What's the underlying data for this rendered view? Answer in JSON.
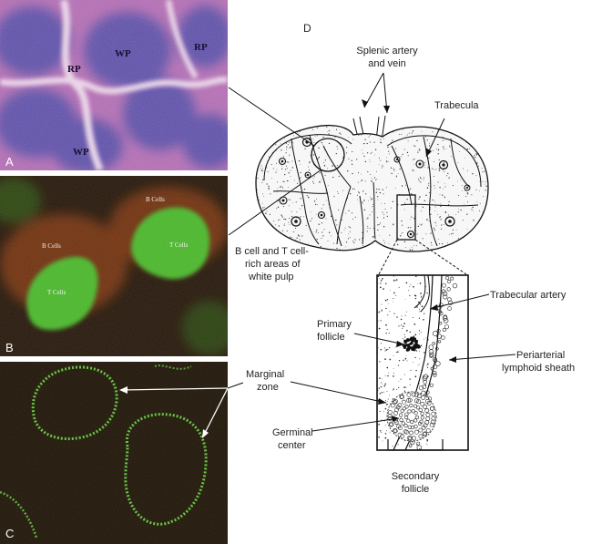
{
  "panels": {
    "a": {
      "letter": "A",
      "labels": {
        "rp1": "RP",
        "wp1": "WP",
        "rp2": "RP",
        "wp2": "WP"
      }
    },
    "b": {
      "letter": "B",
      "labels": {
        "b1": "B Cells",
        "t1": "T Cells",
        "b2": "B Cells",
        "t2": "T Cells"
      }
    },
    "c": {
      "letter": "C"
    },
    "d": {
      "letter": "D",
      "labels": {
        "splenic_l1": "Splenic artery",
        "splenic_l2": "and vein",
        "trabecula": "Trabecula",
        "bt_l1": "B cell and T cell-",
        "bt_l2": "rich areas of",
        "bt_l3": "white pulp",
        "trab_artery": "Trabecular artery",
        "primary_l1": "Primary",
        "primary_l2": "follicle",
        "pals_l1": "Periarterial",
        "pals_l2": "lymphoid sheath",
        "marginal_l1": "Marginal",
        "marginal_l2": "zone",
        "germinal_l1": "Germinal",
        "germinal_l2": "center",
        "secondary_l1": "Secondary",
        "secondary_l2": "follicle"
      }
    }
  },
  "colors": {
    "he_background": "#b46fb2",
    "he_white_pulp": "#5a4fa8",
    "fluor_background": "#2b1a0c",
    "b_cell_red": "#8a3a12",
    "t_cell_green": "#4cbf2e",
    "marginal_green": "#7ee05a"
  }
}
